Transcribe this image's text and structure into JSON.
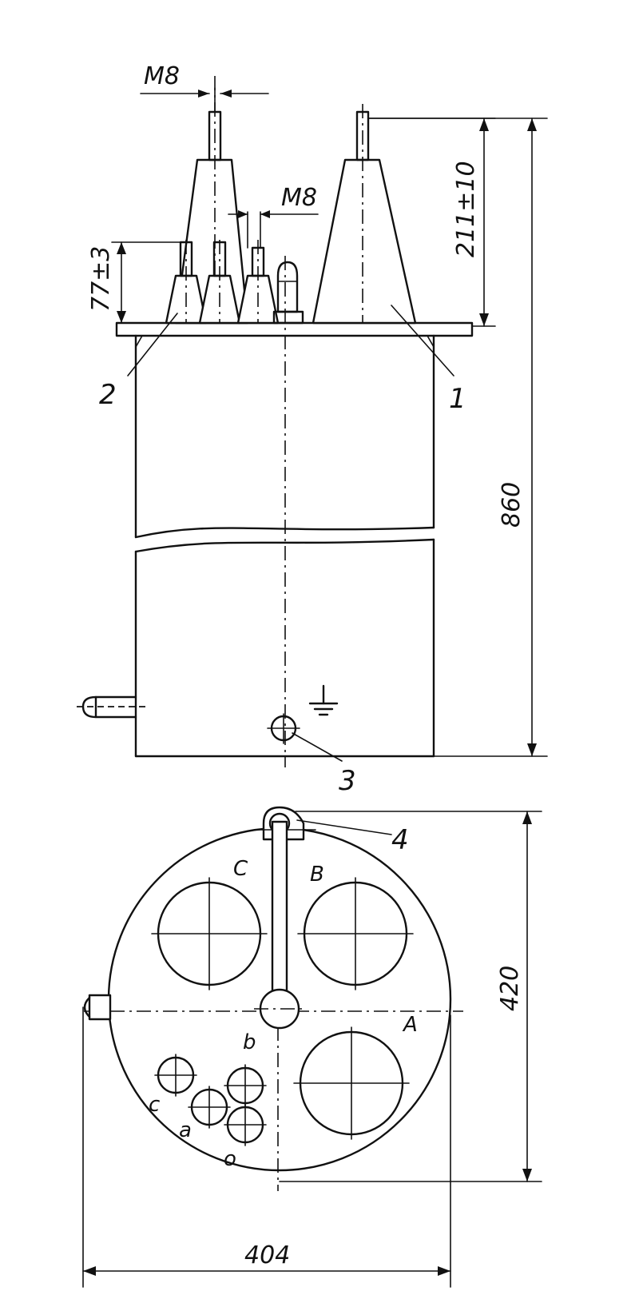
{
  "dimensions": {
    "thread_top": "M8",
    "thread_low": "M8",
    "hv_bushing_height": "211±10",
    "lv_bushing_height": "77±3",
    "total_height": "860",
    "plan_depth": "420",
    "plan_width": "404"
  },
  "callouts": {
    "hv_bushing": "1",
    "lv_bushing": "2",
    "ground_bolt": "3",
    "lifting_lug": "4"
  },
  "phases": {
    "A": "A",
    "B": "B",
    "C": "C",
    "a": "a",
    "b": "b",
    "c": "c",
    "o": "o"
  },
  "colors": {
    "ink": "#111111",
    "paper": "#ffffff"
  },
  "icons": {
    "ground_symbol": "ground-icon"
  }
}
